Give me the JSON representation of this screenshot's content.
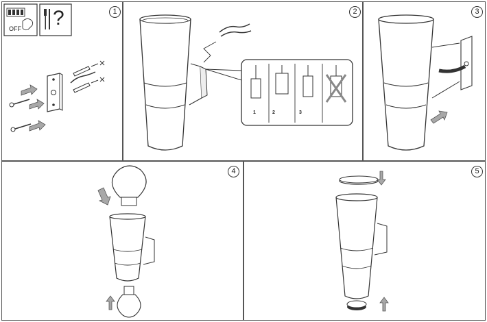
{
  "steps": [
    {
      "number": "1"
    },
    {
      "number": "2"
    },
    {
      "number": "3"
    },
    {
      "number": "4"
    },
    {
      "number": "5"
    }
  ],
  "power_off_label": "OFF",
  "tools_question_mark": "?",
  "connection_steps": [
    "1",
    "2",
    "3"
  ],
  "icons": [
    "power-off-icon",
    "tools-question-icon",
    "wall-bracket",
    "screw",
    "wall-plug",
    "cable",
    "lamp-housing",
    "light-bulb",
    "glass-cover",
    "arrow",
    "cross-mark"
  ],
  "colors": {
    "line": "#333333",
    "arrow_fill": "#a8a8a8",
    "frame": "#555555"
  }
}
